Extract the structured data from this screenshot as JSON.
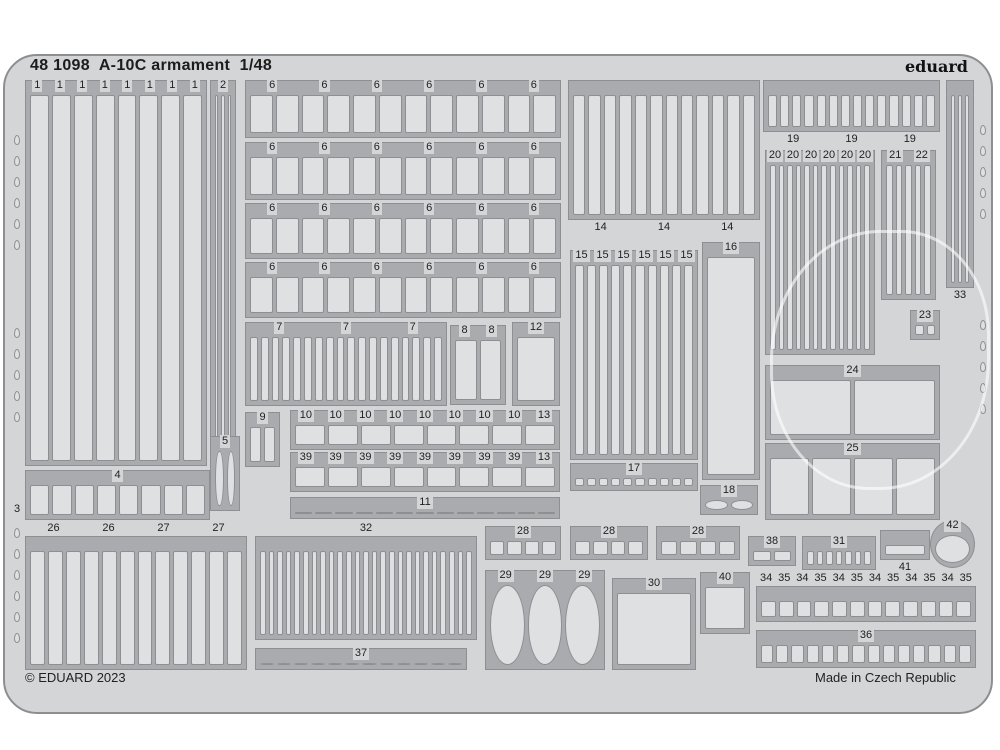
{
  "title": "48 1098  A-10C armament  1/48",
  "brand": "eduard",
  "copyright": "© EDUARD 2023",
  "origin": "Made in Czech Republic",
  "colors": {
    "fret": "#d3d5d7",
    "frame": "#a9abae",
    "part": "#dfe0e2",
    "text": "#1c1c1c"
  },
  "groups": {
    "g1": [
      "1",
      "1",
      "1",
      "1",
      "1",
      "1",
      "1",
      "1"
    ],
    "g2": [
      "2"
    ],
    "g6a": [
      "6",
      "6",
      "6",
      "6",
      "6",
      "6"
    ],
    "g6b": [
      "6",
      "6",
      "6",
      "6",
      "6",
      "6"
    ],
    "g6c": [
      "6",
      "6",
      "6",
      "6",
      "6",
      "6"
    ],
    "g6d": [
      "6",
      "6",
      "6",
      "6",
      "6",
      "6"
    ],
    "g7": [
      "7",
      "7",
      "7"
    ],
    "g8": [
      "8",
      "8"
    ],
    "g12": [
      "12"
    ],
    "g9": [
      "9"
    ],
    "g5": [
      "5"
    ],
    "g10": [
      "10",
      "10",
      "10",
      "10",
      "10",
      "10",
      "10",
      "10",
      "13"
    ],
    "g39": [
      "39",
      "39",
      "39",
      "39",
      "39",
      "39",
      "39",
      "39",
      "13"
    ],
    "g11": [
      "11"
    ],
    "g3": [
      "3"
    ],
    "g4": [
      "4"
    ],
    "g2627": [
      "26",
      "26",
      "27",
      "27"
    ],
    "g32": [
      "32"
    ],
    "g37": [
      "37"
    ],
    "g14": [
      "14",
      "14",
      "14"
    ],
    "g15": [
      "15",
      "15",
      "15",
      "15",
      "15",
      "15"
    ],
    "g16": [
      "16"
    ],
    "g17": [
      "17"
    ],
    "g18": [
      "18"
    ],
    "g28a": [
      "28"
    ],
    "g28b": [
      "28"
    ],
    "g28c": [
      "28"
    ],
    "g29": [
      "29",
      "29",
      "29"
    ],
    "g30": [
      "30"
    ],
    "g40": [
      "40"
    ],
    "g19": [
      "19",
      "19",
      "19"
    ],
    "g20": [
      "20",
      "20",
      "20",
      "20",
      "20",
      "20"
    ],
    "g2122": [
      "21",
      "22"
    ],
    "g23": [
      "23"
    ],
    "g33": [
      "33"
    ],
    "g24": [
      "24"
    ],
    "g25": [
      "25"
    ],
    "g38": [
      "38"
    ],
    "g31": [
      "31"
    ],
    "g41": [
      "41"
    ],
    "g42": [
      "42"
    ],
    "g3435": [
      "34",
      "35",
      "34",
      "35",
      "34",
      "35",
      "34",
      "35",
      "34",
      "35",
      "34",
      "35"
    ],
    "g36": [
      "36"
    ]
  }
}
